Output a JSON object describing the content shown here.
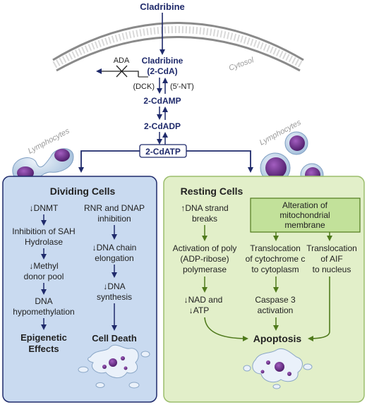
{
  "top": {
    "drug": "Cladribine",
    "drug_inside": "Cladribine",
    "drug_inside_abbr": "(2-CdA)",
    "cytosol": "Cytosol",
    "ada": "ADA",
    "dck": "(DCK)",
    "nt5": "(5′-NT)",
    "cdamp": "2-CdAMP",
    "cdadp": "2-CdADP",
    "cdatp": "2-CdATP",
    "lymph_left": "Lymphocytes",
    "lymph_right": "Lymphocytes"
  },
  "dividing": {
    "title": "Dividing Cells",
    "col1": [
      "↓DNMT",
      "Inhibition of SAH",
      "Hydrolase",
      "↓Methyl",
      "donor pool",
      "DNA",
      "hypomethylation"
    ],
    "col2": [
      "RNR and DNAP",
      "inhibition",
      "↓DNA chain",
      "elongation",
      "↓DNA",
      "synthesis"
    ],
    "outcome1_l1": "Epigenetic",
    "outcome1_l2": "Effects",
    "outcome2": "Cell Death"
  },
  "resting": {
    "title": "Resting Cells",
    "mito_l1": "Alteration of",
    "mito_l2": "mitochondrial",
    "mito_l3": "membrane",
    "col1": [
      "↑DNA strand",
      "breaks",
      "Activation of poly",
      "(ADP-ribose)",
      "polymerase",
      "↓NAD and",
      "↓ATP"
    ],
    "col2": [
      "Translocation",
      "of cytochrome c",
      "to cytoplasm",
      "Caspase 3",
      "activation"
    ],
    "col3": [
      "Translocation",
      "of AIF",
      "to nucleus"
    ],
    "outcome": "Apoptosis"
  },
  "colors": {
    "navy": "#1f2a6b",
    "blue_panel": "#c9daf0",
    "green_panel": "#e2efc9",
    "green_box": "#c2e19a",
    "green_arrow": "#4f7a1c"
  }
}
